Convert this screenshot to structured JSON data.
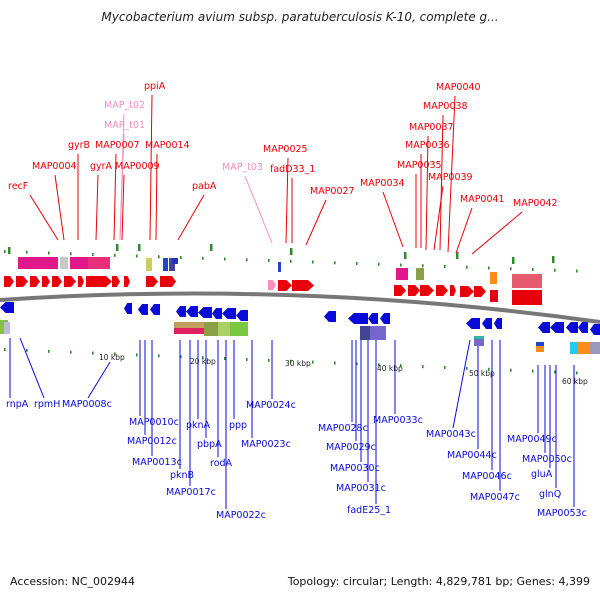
{
  "title": "Mycobacterium avium subsp. paratuberculosis K-10, complete g...",
  "footer": {
    "accession": "Accession: NC_002944",
    "summary": "Topology: circular; Length: 4,829,781 bp; Genes: 4,399"
  },
  "colors": {
    "forward": "#e8000b",
    "reverse": "#0a0ad8",
    "trna": "#f48fc0",
    "backbone": "#777777",
    "tick": "#2e8b2e"
  },
  "ticks": [
    "10 kbp",
    "20 kbp",
    "30 kbp",
    "40 kbp",
    "50 kbp",
    "60 kbp"
  ],
  "forward_labels": [
    "recF",
    "MAP0004",
    "gyrB",
    "gyrA",
    "MAP0007",
    "MAP0009",
    "MAP0014",
    "ppiA",
    "pabA",
    "MAP0025",
    "fadD33_1",
    "MAP0027",
    "MAP0034",
    "MAP0035",
    "MAP0036",
    "MAP0037",
    "MAP0038",
    "MAP0039",
    "MAP0040",
    "MAP0041",
    "MAP0042"
  ],
  "trna_labels": [
    "MAP_t02",
    "MAP_t01",
    "MAP_t03"
  ],
  "reverse_labels": [
    "rnpA",
    "rpmH",
    "MAP0008c",
    "MAP0010c",
    "MAP0012c",
    "MAP0013c",
    "pknB",
    "MAP0017c",
    "pknA",
    "pbpA",
    "rodA",
    "ppp",
    "MAP0023c",
    "MAP0024c",
    "MAP0022c",
    "MAP0028c",
    "MAP0029c",
    "MAP0030c",
    "MAP0031c",
    "fadE25_1",
    "MAP0033c",
    "MAP0043c",
    "MAP0044c",
    "MAP0046c",
    "MAP0047c",
    "MAP0049c",
    "MAP0050c",
    "gluA",
    "glnQ",
    "MAP0053c"
  ]
}
